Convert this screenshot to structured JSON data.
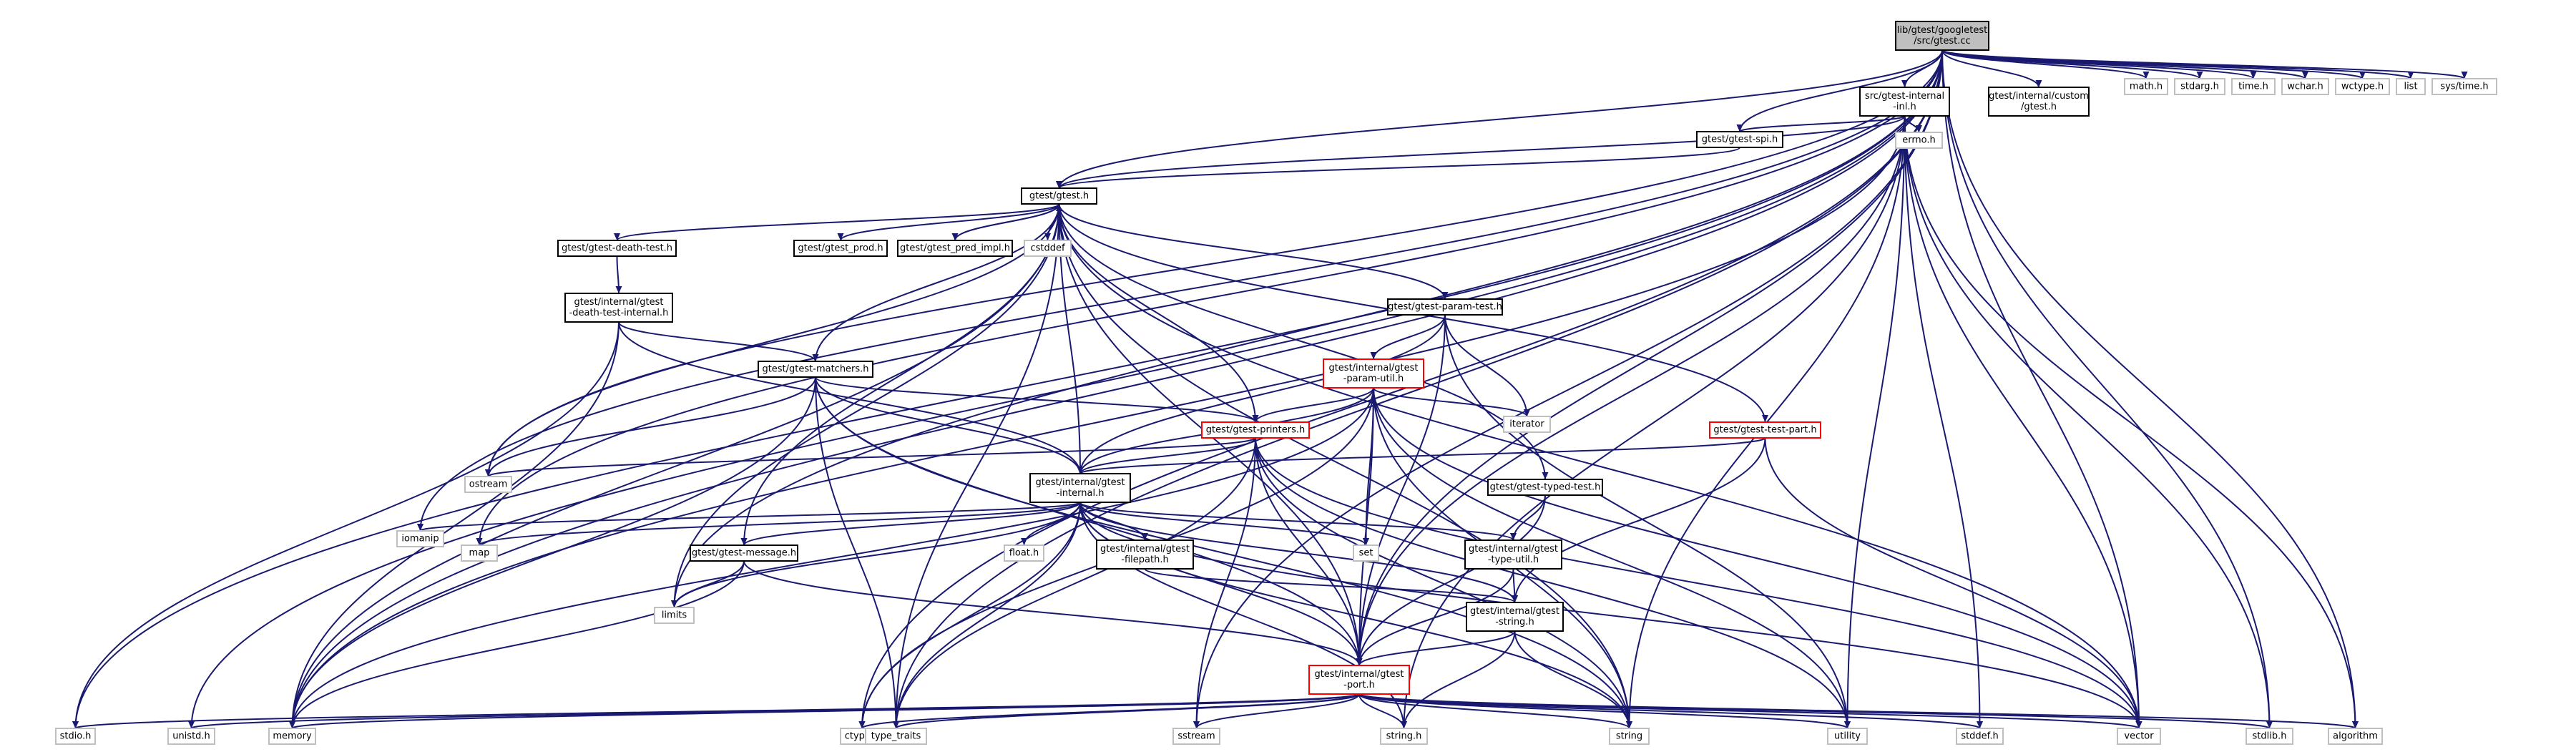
{
  "colors": {
    "edge": "#191970",
    "focus_fill": "#bfbfbf",
    "box": "#000000",
    "error_box": "#ff0000",
    "external_box": "#bfbfbf",
    "background": "#ffffff"
  },
  "nodes": [
    {
      "id": "root",
      "label": "lib/gtest/googletest\n/src/gtest.cc",
      "kind": "focus"
    },
    {
      "id": "internal_inl",
      "label": "src/gtest-internal\n-inl.h",
      "kind": "normal"
    },
    {
      "id": "custom_gtest",
      "label": "gtest/internal/custom\n/gtest.h",
      "kind": "normal"
    },
    {
      "id": "math_h",
      "label": "math.h",
      "kind": "external"
    },
    {
      "id": "stdarg_h",
      "label": "stdarg.h",
      "kind": "external"
    },
    {
      "id": "time_h",
      "label": "time.h",
      "kind": "external"
    },
    {
      "id": "wchar_h",
      "label": "wchar.h",
      "kind": "external"
    },
    {
      "id": "wctype_h",
      "label": "wctype.h",
      "kind": "external"
    },
    {
      "id": "list",
      "label": "list",
      "kind": "external"
    },
    {
      "id": "sys_time_h",
      "label": "sys/time.h",
      "kind": "external"
    },
    {
      "id": "errno_h",
      "label": "errno.h",
      "kind": "external"
    },
    {
      "id": "gtest_spi",
      "label": "gtest/gtest-spi.h",
      "kind": "normal"
    },
    {
      "id": "gtest_h",
      "label": "gtest/gtest.h",
      "kind": "normal"
    },
    {
      "id": "death_test",
      "label": "gtest/gtest-death-test.h",
      "kind": "normal"
    },
    {
      "id": "gtest_prod",
      "label": "gtest/gtest_prod.h",
      "kind": "normal"
    },
    {
      "id": "pred_impl",
      "label": "gtest/gtest_pred_impl.h",
      "kind": "normal"
    },
    {
      "id": "cstddef",
      "label": "cstddef",
      "kind": "external"
    },
    {
      "id": "death_internal",
      "label": "gtest/internal/gtest\n-death-test-internal.h",
      "kind": "normal"
    },
    {
      "id": "param_test",
      "label": "gtest/gtest-param-test.h",
      "kind": "normal"
    },
    {
      "id": "matchers",
      "label": "gtest/gtest-matchers.h",
      "kind": "normal"
    },
    {
      "id": "param_util",
      "label": "gtest/internal/gtest\n-param-util.h",
      "kind": "error"
    },
    {
      "id": "iterator",
      "label": "iterator",
      "kind": "external"
    },
    {
      "id": "test_part",
      "label": "gtest/gtest-test-part.h",
      "kind": "error"
    },
    {
      "id": "printers",
      "label": "gtest/gtest-printers.h",
      "kind": "error"
    },
    {
      "id": "ostream",
      "label": "ostream",
      "kind": "external"
    },
    {
      "id": "internal_h",
      "label": "gtest/internal/gtest\n-internal.h",
      "kind": "normal"
    },
    {
      "id": "typed_test",
      "label": "gtest/gtest-typed-test.h",
      "kind": "normal"
    },
    {
      "id": "iomanip",
      "label": "iomanip",
      "kind": "external"
    },
    {
      "id": "map",
      "label": "map",
      "kind": "external"
    },
    {
      "id": "message",
      "label": "gtest/gtest-message.h",
      "kind": "normal"
    },
    {
      "id": "float_h",
      "label": "float.h",
      "kind": "external"
    },
    {
      "id": "filepath",
      "label": "gtest/internal/gtest\n-filepath.h",
      "kind": "normal"
    },
    {
      "id": "set",
      "label": "set",
      "kind": "external"
    },
    {
      "id": "type_util",
      "label": "gtest/internal/gtest\n-type-util.h",
      "kind": "normal"
    },
    {
      "id": "limits",
      "label": "limits",
      "kind": "external"
    },
    {
      "id": "string_int",
      "label": "gtest/internal/gtest\n-string.h",
      "kind": "normal"
    },
    {
      "id": "port_h",
      "label": "gtest/internal/gtest\n-port.h",
      "kind": "error"
    },
    {
      "id": "stdio_h",
      "label": "stdio.h",
      "kind": "external"
    },
    {
      "id": "unistd_h",
      "label": "unistd.h",
      "kind": "external"
    },
    {
      "id": "memory",
      "label": "memory",
      "kind": "external"
    },
    {
      "id": "ctype_h",
      "label": "ctype.h",
      "kind": "external"
    },
    {
      "id": "type_traits",
      "label": "type_traits",
      "kind": "external"
    },
    {
      "id": "sstream",
      "label": "sstream",
      "kind": "external"
    },
    {
      "id": "string_h",
      "label": "string.h",
      "kind": "external"
    },
    {
      "id": "string",
      "label": "string",
      "kind": "external"
    },
    {
      "id": "utility",
      "label": "utility",
      "kind": "external"
    },
    {
      "id": "stddef_h",
      "label": "stddef.h",
      "kind": "external"
    },
    {
      "id": "vector",
      "label": "vector",
      "kind": "external"
    },
    {
      "id": "stdlib_h",
      "label": "stdlib.h",
      "kind": "external"
    },
    {
      "id": "algorithm",
      "label": "algorithm",
      "kind": "external"
    }
  ],
  "edges": [
    [
      "root",
      "internal_inl"
    ],
    [
      "root",
      "custom_gtest"
    ],
    [
      "root",
      "math_h"
    ],
    [
      "root",
      "stdarg_h"
    ],
    [
      "root",
      "time_h"
    ],
    [
      "root",
      "wchar_h"
    ],
    [
      "root",
      "wctype_h"
    ],
    [
      "root",
      "list"
    ],
    [
      "root",
      "sys_time_h"
    ],
    [
      "root",
      "gtest_spi"
    ],
    [
      "root",
      "gtest_h"
    ],
    [
      "root",
      "stdio_h"
    ],
    [
      "root",
      "unistd_h"
    ],
    [
      "root",
      "memory"
    ],
    [
      "root",
      "iomanip"
    ],
    [
      "root",
      "ostream"
    ],
    [
      "root",
      "sstream"
    ],
    [
      "root",
      "map"
    ],
    [
      "root",
      "limits"
    ],
    [
      "root",
      "ctype_h"
    ],
    [
      "root",
      "vector"
    ],
    [
      "root",
      "stdlib_h"
    ],
    [
      "root",
      "algorithm"
    ],
    [
      "root",
      "type_traits"
    ],
    [
      "root",
      "port_h"
    ],
    [
      "internal_inl",
      "errno_h"
    ],
    [
      "internal_inl",
      "gtest_spi"
    ],
    [
      "internal_inl",
      "gtest_h"
    ],
    [
      "internal_inl",
      "memory"
    ],
    [
      "internal_inl",
      "port_h"
    ],
    [
      "internal_inl",
      "string"
    ],
    [
      "internal_inl",
      "string_h"
    ],
    [
      "internal_inl",
      "stddef_h"
    ],
    [
      "internal_inl",
      "utility"
    ],
    [
      "internal_inl",
      "vector"
    ],
    [
      "internal_inl",
      "stdlib_h"
    ],
    [
      "internal_inl",
      "algorithm"
    ],
    [
      "gtest_spi",
      "gtest_h"
    ],
    [
      "gtest_h",
      "death_test"
    ],
    [
      "gtest_h",
      "gtest_prod"
    ],
    [
      "gtest_h",
      "pred_impl"
    ],
    [
      "gtest_h",
      "cstddef"
    ],
    [
      "gtest_h",
      "param_test"
    ],
    [
      "gtest_h",
      "matchers"
    ],
    [
      "gtest_h",
      "printers"
    ],
    [
      "gtest_h",
      "test_part"
    ],
    [
      "gtest_h",
      "internal_h"
    ],
    [
      "gtest_h",
      "typed_test"
    ],
    [
      "gtest_h",
      "message"
    ],
    [
      "gtest_h",
      "ostream"
    ],
    [
      "gtest_h",
      "memory"
    ],
    [
      "gtest_h",
      "limits"
    ],
    [
      "gtest_h",
      "type_traits"
    ],
    [
      "gtest_h",
      "string"
    ],
    [
      "gtest_h",
      "vector"
    ],
    [
      "gtest_h",
      "port_h"
    ],
    [
      "pred_impl",
      "gtest_h"
    ],
    [
      "death_test",
      "death_internal"
    ],
    [
      "death_internal",
      "matchers"
    ],
    [
      "death_internal",
      "internal_h"
    ],
    [
      "death_internal",
      "stdio_h"
    ],
    [
      "death_internal",
      "memory"
    ],
    [
      "param_test",
      "param_util"
    ],
    [
      "param_test",
      "iterator"
    ],
    [
      "param_test",
      "internal_h"
    ],
    [
      "param_test",
      "port_h"
    ],
    [
      "param_test",
      "utility"
    ],
    [
      "matchers",
      "printers"
    ],
    [
      "matchers",
      "internal_h"
    ],
    [
      "matchers",
      "port_h"
    ],
    [
      "matchers",
      "ostream"
    ],
    [
      "matchers",
      "memory"
    ],
    [
      "matchers",
      "string"
    ],
    [
      "matchers",
      "type_traits"
    ],
    [
      "param_util",
      "printers"
    ],
    [
      "param_util",
      "internal_h"
    ],
    [
      "param_util",
      "port_h"
    ],
    [
      "param_util",
      "iterator"
    ],
    [
      "param_util",
      "set"
    ],
    [
      "param_util",
      "utility"
    ],
    [
      "param_util",
      "vector"
    ],
    [
      "param_util",
      "string"
    ],
    [
      "param_util",
      "memory"
    ],
    [
      "param_util",
      "ctype_h"
    ],
    [
      "test_part",
      "internal_h"
    ],
    [
      "test_part",
      "string_int"
    ],
    [
      "test_part",
      "vector"
    ],
    [
      "printers",
      "internal_h"
    ],
    [
      "printers",
      "port_h"
    ],
    [
      "printers",
      "ostream"
    ],
    [
      "printers",
      "sstream"
    ],
    [
      "printers",
      "string"
    ],
    [
      "printers",
      "utility"
    ],
    [
      "printers",
      "vector"
    ],
    [
      "printers",
      "type_traits"
    ],
    [
      "internal_h",
      "port_h"
    ],
    [
      "internal_h",
      "message"
    ],
    [
      "internal_h",
      "filepath"
    ],
    [
      "internal_h",
      "string_int"
    ],
    [
      "internal_h",
      "type_util"
    ],
    [
      "internal_h",
      "iomanip"
    ],
    [
      "internal_h",
      "map"
    ],
    [
      "internal_h",
      "float_h"
    ],
    [
      "internal_h",
      "set"
    ],
    [
      "internal_h",
      "limits"
    ],
    [
      "internal_h",
      "ctype_h"
    ],
    [
      "internal_h",
      "string_h"
    ],
    [
      "internal_h",
      "string"
    ],
    [
      "internal_h",
      "vector"
    ],
    [
      "internal_h",
      "type_traits"
    ],
    [
      "typed_test",
      "type_util"
    ],
    [
      "typed_test",
      "port_h"
    ],
    [
      "message",
      "port_h"
    ],
    [
      "message",
      "limits"
    ],
    [
      "message",
      "memory"
    ],
    [
      "filepath",
      "string_int"
    ],
    [
      "type_util",
      "port_h"
    ],
    [
      "type_util",
      "string_int"
    ],
    [
      "string_int",
      "port_h"
    ],
    [
      "string_int",
      "string"
    ],
    [
      "string_int",
      "string_h"
    ],
    [
      "port_h",
      "stdio_h"
    ],
    [
      "port_h",
      "unistd_h"
    ],
    [
      "port_h",
      "memory"
    ],
    [
      "port_h",
      "ctype_h"
    ],
    [
      "port_h",
      "type_traits"
    ],
    [
      "port_h",
      "sstream"
    ],
    [
      "port_h",
      "string_h"
    ],
    [
      "port_h",
      "string"
    ],
    [
      "port_h",
      "utility"
    ],
    [
      "port_h",
      "stddef_h"
    ],
    [
      "port_h",
      "vector"
    ],
    [
      "port_h",
      "stdlib_h"
    ],
    [
      "port_h",
      "algorithm"
    ]
  ]
}
